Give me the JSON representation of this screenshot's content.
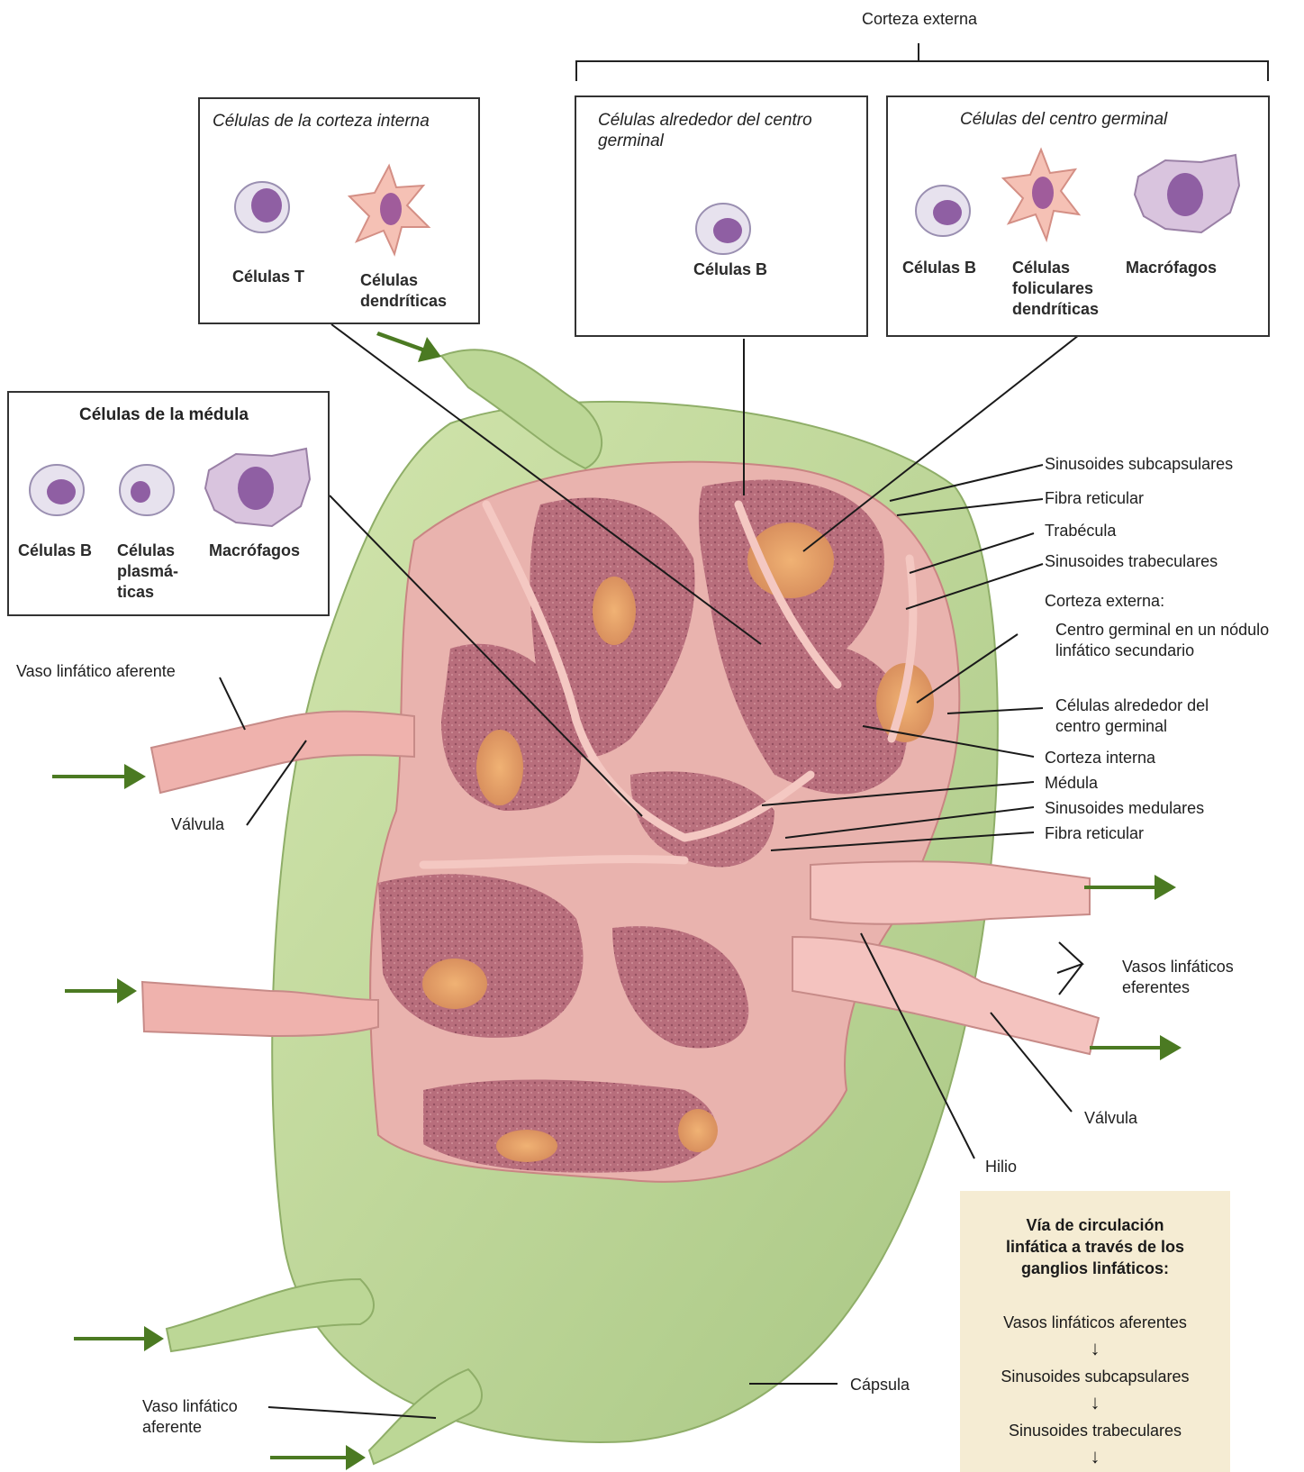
{
  "header": {
    "outer_cortex": "Corteza externa"
  },
  "boxes": {
    "inner_cortex": {
      "title": "Células de la corteza interna",
      "cells": [
        "Células T",
        "Células dendríticas"
      ]
    },
    "around_germinal": {
      "title": "Células alrededor del centro germinal",
      "cells": [
        "Células B"
      ]
    },
    "germinal_center": {
      "title": "Células del centro germinal",
      "cells": [
        "Células B",
        "Células foliculares dendríticas",
        "Macrófagos"
      ]
    },
    "medulla": {
      "title": "Células de la médula",
      "cells": [
        "Células B",
        "Células plasmá- ticas",
        "Macrófagos"
      ]
    }
  },
  "labels": {
    "subcapsular_sinusoids": "Sinusoides subcapsulares",
    "reticular_fiber_top": "Fibra reticular",
    "trabecula": "Trabécula",
    "trabecular_sinusoids": "Sinusoides trabeculares",
    "outer_cortex": "Corteza externa:",
    "germinal_center": "Centro germinal en un nódulo linfático secundario",
    "cells_around_germinal": "Células alrededor del centro germinal",
    "inner_cortex": "Corteza interna",
    "medulla": "Médula",
    "medullary_sinusoids": "Sinusoides medulares",
    "reticular_fiber_bottom": "Fibra reticular",
    "afferent_vessel_top": "Vaso linfático aferente",
    "valve_left": "Válvula",
    "efferent_vessels": "Vasos linfáticos eferentes",
    "valve_right": "Válvula",
    "hilum": "Hilio",
    "capsule": "Cápsula",
    "afferent_vessel_bottom": "Vaso linfático aferente"
  },
  "pathway": {
    "title": "Vía de circulación linfática a través de los ganglios linfáticos:",
    "steps": [
      "Vasos linfáticos aferentes",
      "Sinusoides subcapsulares",
      "Sinusoides trabeculares"
    ],
    "arrow_glyph": "↓"
  },
  "colors": {
    "capsule": "#c5dba0",
    "parenchyma": "#e7b0ad",
    "cortex_dark": "#b4697a",
    "germinal": "#e9a56e",
    "vessel": "#efb2ad",
    "arrow": "#4b7a22"
  }
}
